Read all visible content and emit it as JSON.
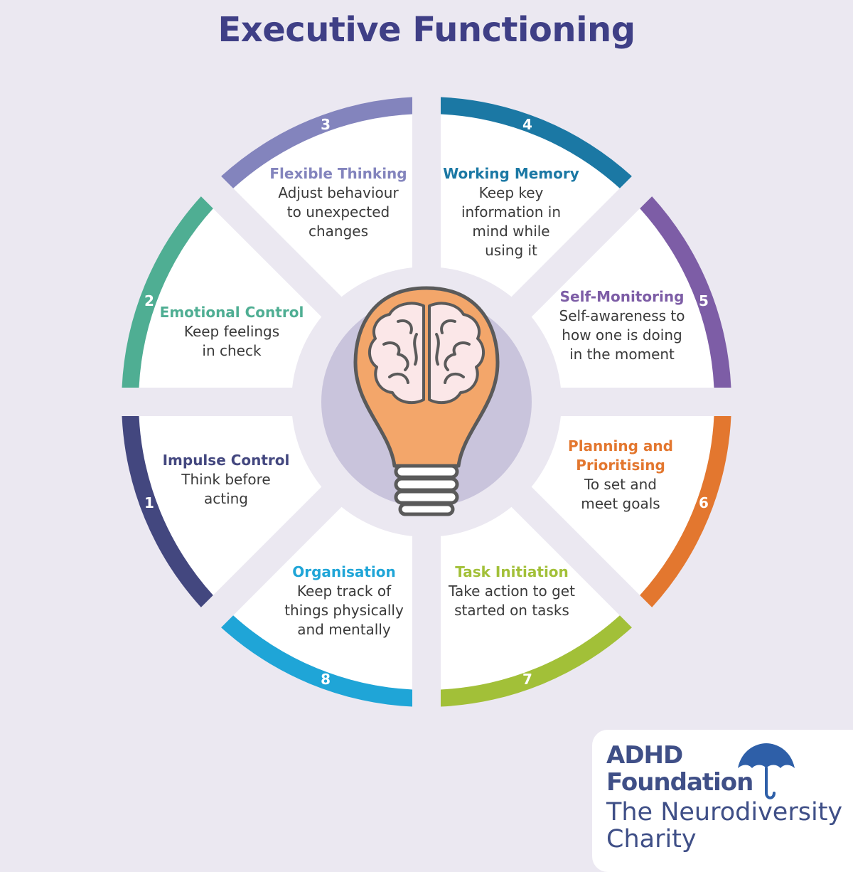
{
  "title": "Executive Functioning",
  "colors": {
    "background": "#ebe8f1",
    "title": "#3f3f86",
    "hub": "#c9c4dc",
    "bulb_fill": "#f3a66a",
    "brain_fill": "#fbe7e8",
    "outline": "#5a5a5a",
    "logo_text": "#3f4f87"
  },
  "center_icon": "lightbulb-brain-icon",
  "segments": [
    {
      "number": "1",
      "name": "Impulse Control",
      "name_lines": [
        "Impulse Control"
      ],
      "desc_lines": [
        "Think before",
        "acting"
      ],
      "color": "#43477f"
    },
    {
      "number": "2",
      "name": "Emotional Control",
      "name_lines": [
        "Emotional Control"
      ],
      "desc_lines": [
        "Keep feelings",
        "in check"
      ],
      "color": "#4fae93"
    },
    {
      "number": "3",
      "name": "Flexible Thinking",
      "name_lines": [
        "Flexible Thinking"
      ],
      "desc_lines": [
        "Adjust behaviour",
        "to unexpected",
        "changes"
      ],
      "color": "#8384bd"
    },
    {
      "number": "4",
      "name": "Working Memory",
      "name_lines": [
        "Working Memory"
      ],
      "desc_lines": [
        "Keep key",
        "information in",
        "mind while",
        "using it"
      ],
      "color": "#1b78a4"
    },
    {
      "number": "5",
      "name": "Self-Monitoring",
      "name_lines": [
        "Self-Monitoring"
      ],
      "desc_lines": [
        "Self-awareness to",
        "how one is doing",
        "in the moment"
      ],
      "color": "#7d5da6"
    },
    {
      "number": "6",
      "name": "Planning and Prioritising",
      "name_lines": [
        "Planning and",
        "Prioritising"
      ],
      "desc_lines": [
        "To set and",
        "meet goals"
      ],
      "color": "#e3772f"
    },
    {
      "number": "7",
      "name": "Task Initiation",
      "name_lines": [
        "Task Initiation"
      ],
      "desc_lines": [
        "Take action to get",
        "started on tasks"
      ],
      "color": "#a2c038"
    },
    {
      "number": "8",
      "name": "Organisation",
      "name_lines": [
        "Organisation"
      ],
      "desc_lines": [
        "Keep track of",
        "things physically",
        "and mentally"
      ],
      "color": "#1fa5d7"
    }
  ],
  "logo": {
    "line1": "ADHD",
    "line2": "Foundation",
    "tagline_line1": "The Neurodiversity",
    "tagline_line2": "Charity",
    "icon": "umbrella-icon",
    "umbrella_color": "#2e5fa8"
  }
}
